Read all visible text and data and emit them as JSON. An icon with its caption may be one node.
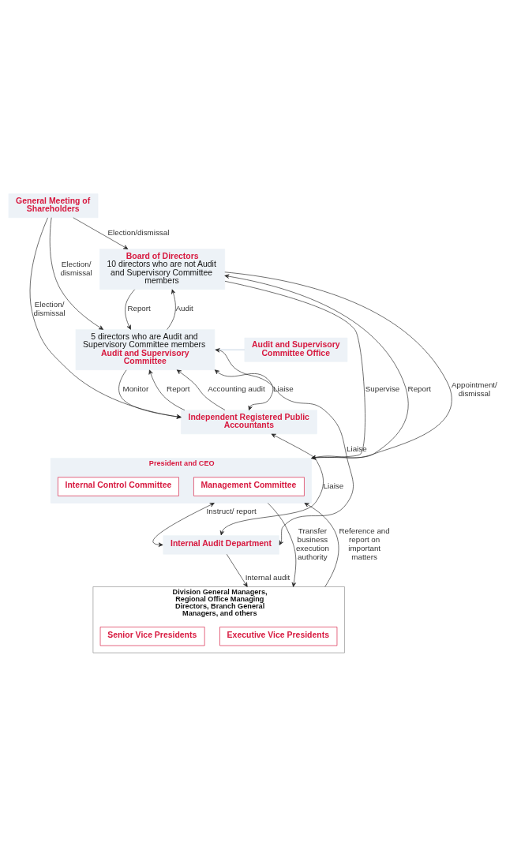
{
  "diagram": {
    "nodes": [
      {
        "text": [
          "General Meeting of Shareholders"
        ]
      },
      {
        "text": [
          "Board of Directors",
          "10 directors who are not Audit and Supervisory Committee members"
        ]
      },
      {
        "text": [
          "5 directors who are Audit and Supervisory Committee members",
          "Audit and Supervisory Committee"
        ]
      },
      {
        "text": [
          "Audit and Supervisory Committee Office"
        ]
      },
      {
        "text": [
          "President and CEO"
        ]
      },
      {
        "text": [
          "Management Committee"
        ],
        "in": 4
      },
      {
        "text": [
          "Internal Control Committee"
        ],
        "in": 4
      },
      {
        "text": [
          "Independent Registered Public Accountants"
        ]
      },
      {
        "text": [
          "Internal Audit Department"
        ]
      },
      {
        "text": [
          "Division General Managers, Regional Office Managing Directors, Branch General Managers, and others"
        ]
      },
      {
        "text": [
          "Executive Vice Presidents"
        ],
        "in": 9
      },
      {
        "text": [
          "Senior Vice Presidents"
        ],
        "in": 9
      }
    ],
    "edges": [
      {
        "from": 0,
        "to": 1,
        "arrow": "to",
        "label": "Election/dismissal"
      },
      {
        "from": 0,
        "to": 2,
        "arrow": "to",
        "label": "Election/ dismissal"
      },
      {
        "from": 0,
        "to": 7,
        "arrow": "to",
        "label": "Election/ dismissal"
      },
      {
        "from": 2,
        "to": 1,
        "arrow": "to",
        "label": "Audit"
      },
      {
        "from": 1,
        "to": 2,
        "arrow": "to",
        "label": "Report"
      },
      {
        "from": 2,
        "to": 7,
        "arrow": "to",
        "label": "Monitor"
      },
      {
        "from": 7,
        "to": 2,
        "arrow": "to",
        "label": "Report"
      },
      {
        "from": 2,
        "to": 7,
        "arrow": "both",
        "label": "Liaise"
      },
      {
        "from": 7,
        "to": 2,
        "arrow": "to",
        "label": "Accounting audit"
      },
      {
        "from": 2,
        "to": 3,
        "arrow": "none",
        "color": "#a9bdd6"
      },
      {
        "from": 1,
        "to": 4,
        "arrow": "to",
        "label": "Supervise"
      },
      {
        "from": 1,
        "to": 4,
        "arrow": "to",
        "label": "Appointment/ dismissal"
      },
      {
        "from": 4,
        "to": 1,
        "arrow": "to",
        "label": "Report"
      },
      {
        "from": 8,
        "to": 2,
        "arrow": "both",
        "label": "Liaise"
      },
      {
        "from": 8,
        "to": 7,
        "arrow": "both",
        "label": "Liaise"
      },
      {
        "from": 4,
        "to": 8,
        "arrow": "both",
        "label": "Instruct/ report"
      },
      {
        "from": 4,
        "to": 9,
        "arrow": "to",
        "label": "Transfer business execution authority"
      },
      {
        "from": 9,
        "to": 4,
        "arrow": "to",
        "label": "Reference and report on important matters"
      },
      {
        "from": 8,
        "to": 9,
        "arrow": "to",
        "label": "Internal audit"
      }
    ]
  }
}
